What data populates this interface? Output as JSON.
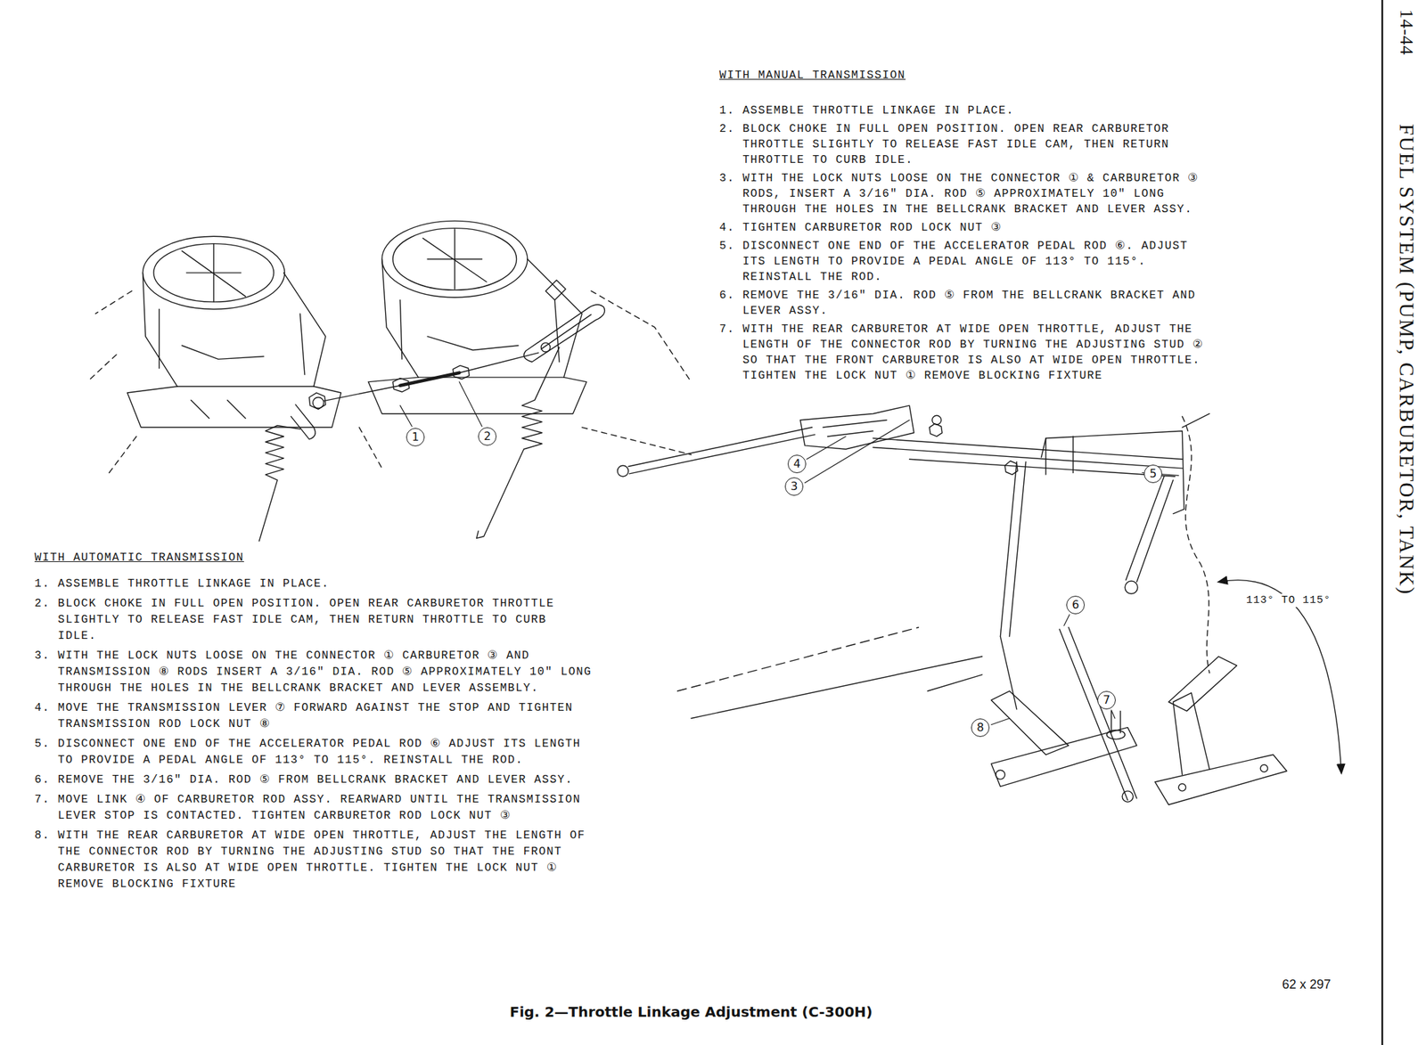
{
  "diagram": {
    "caption": "Fig. 2—Throttle Linkage Adjustment (C-300H)",
    "nodes": [
      {
        "text": [
          "1"
        ]
      },
      {
        "text": [
          "2"
        ]
      },
      {
        "text": [
          "4"
        ]
      },
      {
        "text": [
          "5"
        ]
      },
      {
        "text": [
          "3"
        ]
      },
      {
        "text": [
          "6"
        ]
      },
      {
        "text": [
          "7"
        ]
      },
      {
        "text": [
          "8"
        ]
      }
    ],
    "labels": [
      "WITH MANUAL TRANSMISSION",
      "1. ASSEMBLE THROTTLE LINKAGE IN PLACE.",
      "2. BLOCK CHOKE IN FULL OPEN POSITION. OPEN REAR CARBURETOR THROTTLE SLIGHTLY TO RELEASE FAST IDLE CAM, THEN RETURN THROTTLE TO CURB IDLE.",
      "3. WITH THE LOCK NUTS LOOSE ON THE CONNECTOR ① & CARBURETOR ③ RODS, INSERT A 3/16\" DIA. ROD ⑤ APPROXIMATELY 10\" LONG THROUGH THE HOLES IN THE BELLCRANK BRACKET AND LEVER ASSY.",
      "4. TIGHTEN CARBURETOR ROD LOCK NUT ③",
      "5. DISCONNECT ONE END OF THE ACCELERATOR PEDAL ROD ⑥. ADJUST ITS LENGTH TO PROVIDE A PEDAL ANGLE OF 113° TO 115°. REINSTALL THE ROD.",
      "6. REMOVE THE 3/16\" DIA. ROD ⑤ FROM THE BELLCRANK BRACKET AND LEVER ASSY.",
      "7. WITH THE REAR CARBURETOR AT WIDE OPEN THROTTLE, ADJUST THE LENGTH OF THE CONNECTOR ROD BY TURNING THE ADJUSTING STUD ② SO THAT THE FRONT CARBURETOR IS ALSO AT WIDE OPEN THROTTLE. TIGHTEN THE LOCK NUT ① REMOVE BLOCKING FIXTURE",
      "WITH AUTOMATIC TRANSMISSION",
      "1. ASSEMBLE THROTTLE LINKAGE IN PLACE.",
      "2. BLOCK CHOKE IN FULL OPEN POSITION. OPEN REAR CARBURETOR THROTTLE SLIGHTLY TO RELEASE FAST IDLE CAM, THEN RETURN THROTTLE TO CURB IDLE.",
      "3. WITH THE LOCK NUTS LOOSE ON THE CONNECTOR ① CARBURETOR ③ AND TRANSMISSION ⑧ RODS INSERT A 3/16\" DIA. ROD ⑤ APPROXIMATELY 10\" LONG THROUGH THE HOLES IN THE BELLCRANK BRACKET AND LEVER ASSEMBLY.",
      "4. MOVE THE TRANSMISSION LEVER ⑦ FORWARD AGAINST THE STOP AND TIGHTEN TRANSMISSION ROD LOCK NUT ⑧",
      "5. DISCONNECT ONE END OF THE ACCELERATOR PEDAL ROD ⑥ ADJUST ITS LENGTH TO PROVIDE A PEDAL ANGLE OF 113° TO 115°. REINSTALL THE ROD.",
      "6. REMOVE THE 3/16\" DIA. ROD ⑤ FROM BELLCRANK BRACKET AND LEVER ASSY.",
      "7. MOVE LINK ④ OF CARBURETOR ROD ASSY. REARWARD UNTIL THE TRANSMISSION LEVER STOP IS CONTACTED. TIGHTEN CARBURETOR ROD LOCK NUT ③",
      "8. WITH THE REAR CARBURETOR AT WIDE OPEN THROTTLE, ADJUST THE LENGTH OF THE CONNECTOR ROD BY TURNING THE ADJUSTING STUD SO THAT THE FRONT CARBURETOR IS ALSO AT WIDE OPEN THROTTLE. TIGHTEN THE LOCK NUT ① REMOVE BLOCKING FIXTURE",
      "113° TO 115°",
      "62 x 297",
      "14-44",
      "FUEL SYSTEM (PUMP, CARBURETOR, TANK)"
    ]
  }
}
